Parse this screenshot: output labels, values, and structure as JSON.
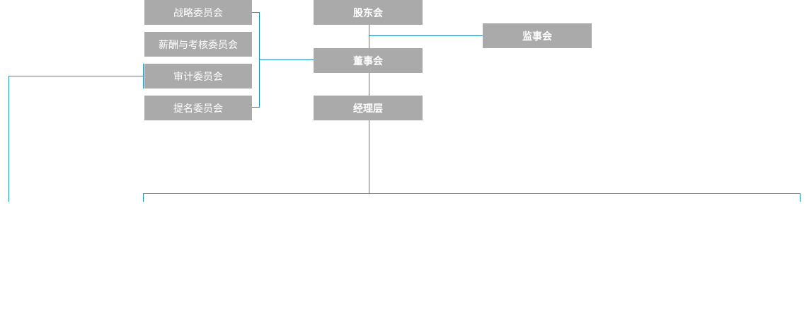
{
  "colors": {
    "node_fill": "#aaaaaa",
    "node_text": "#ffffff",
    "connector": "#1a93c9",
    "background": "#ffffff"
  },
  "nodes": {
    "shareholders": "股东会",
    "supervisory_board": "监事会",
    "board_of_directors": "董事会",
    "management": "经理层",
    "strategy_committee": "战略委员会",
    "compensation_committee": "薪酬与考核委员会",
    "audit_committee": "审计委员会",
    "nomination_committee": "提名委员会"
  }
}
